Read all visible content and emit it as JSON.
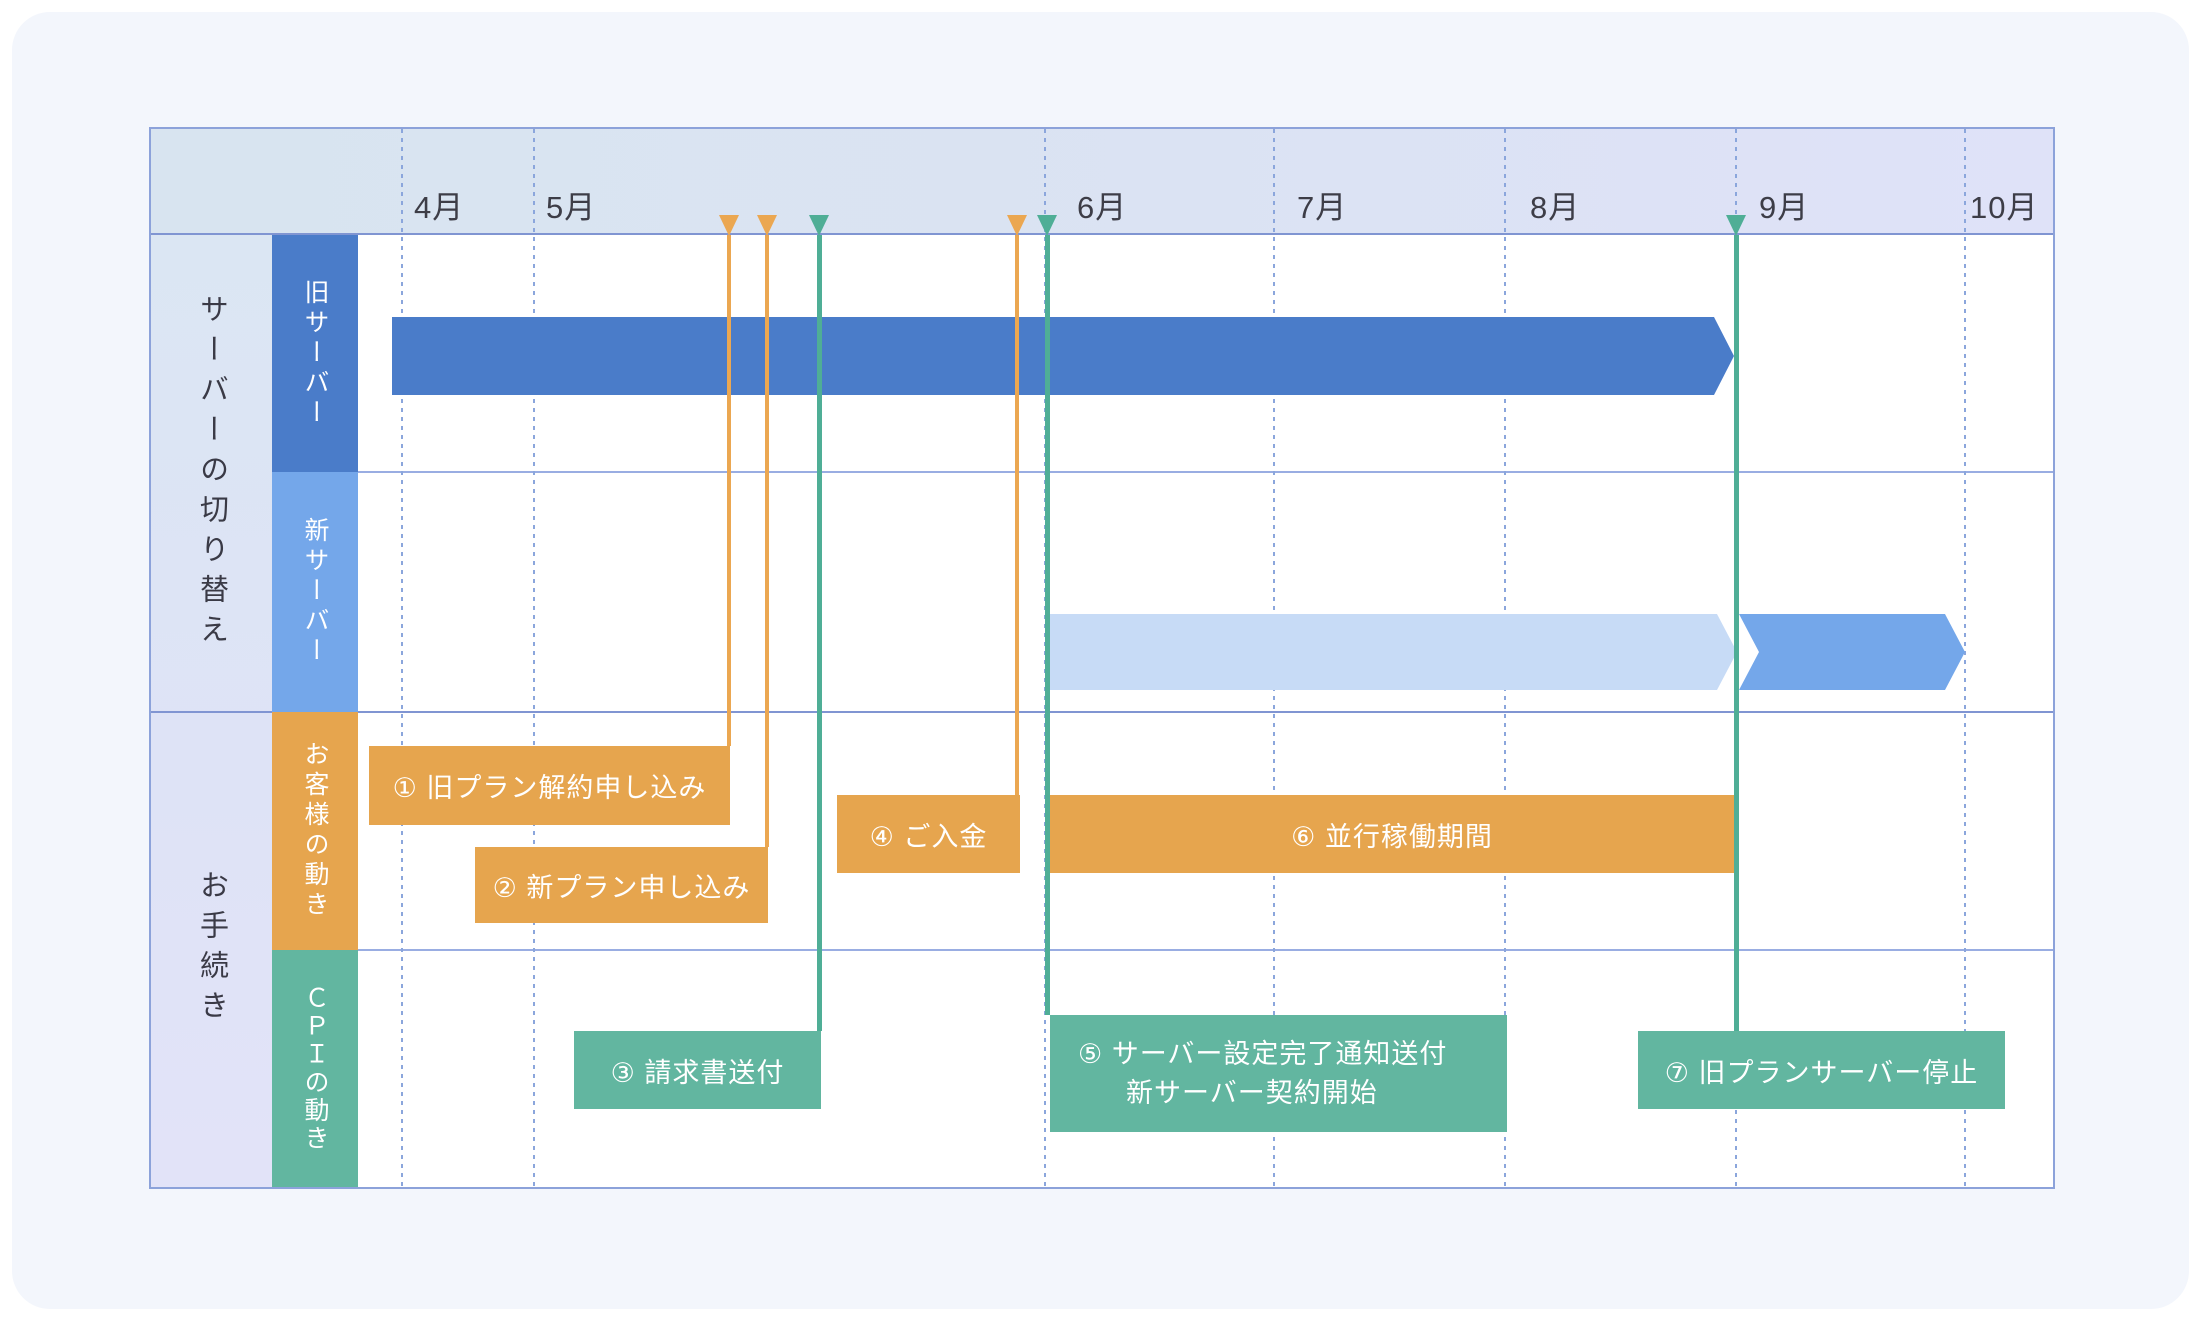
{
  "timeline": {
    "months": [
      "4月",
      "5月",
      "6月",
      "7月",
      "8月",
      "9月",
      "10月"
    ]
  },
  "groups": {
    "server_switch": "サーバーの切り替え",
    "procedures": "お手続き"
  },
  "lanes": {
    "old_server": "旧サーバー",
    "new_server": "新サーバー",
    "customer": "お客様の動き",
    "cpi": "ＣＰＩの動き"
  },
  "events": {
    "e1": "① 旧プラン解約申し込み",
    "e2": "② 新プラン申し込み",
    "e3": "③ 請求書送付",
    "e4": "④ ご入金",
    "e5_line1": "⑤ サーバー設定完了通知送付",
    "e5_line2": "新サーバー契約開始",
    "e6": "⑥ 並行稼働期間",
    "e7": "⑦ 旧プランサーバー停止"
  },
  "colors": {
    "old_server_blue": "#4a7cc9",
    "new_server_blue": "#74a7ea",
    "pale_blue_bar": "#c7dbf6",
    "customer_orange": "#e6a54e",
    "cpi_green": "#62b6a0",
    "marker_orange": "#eba751",
    "marker_green": "#4fae96",
    "header_bg_left": "#d8e4f0",
    "header_bg_right": "#dfe2f8",
    "grid_blue": "#8ba6dc"
  }
}
